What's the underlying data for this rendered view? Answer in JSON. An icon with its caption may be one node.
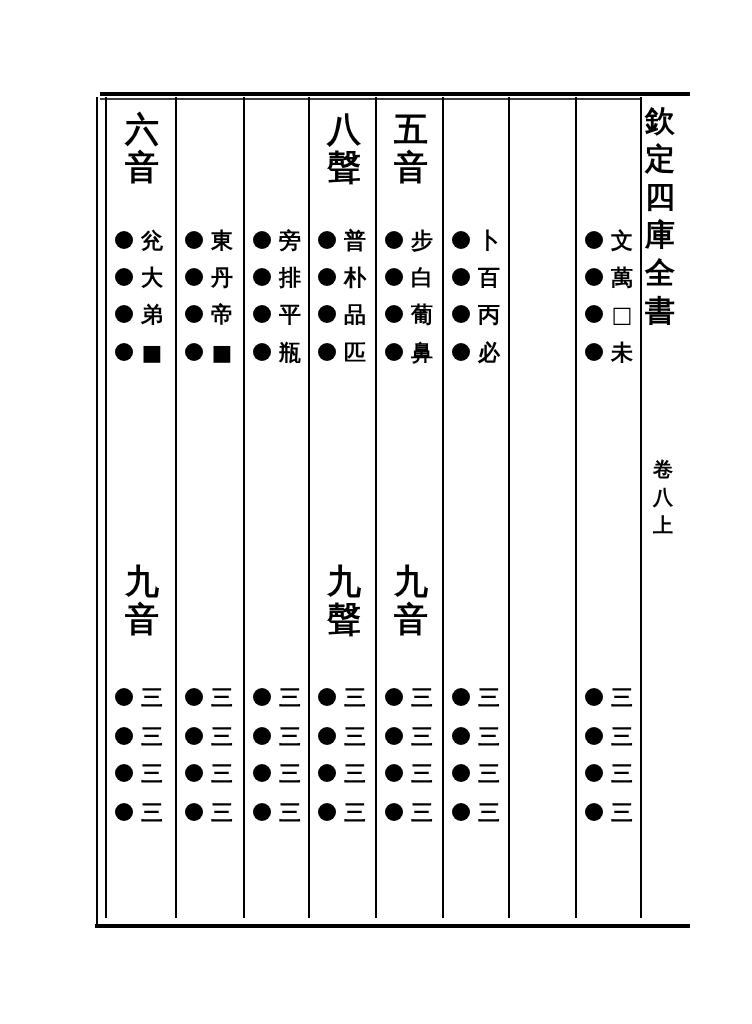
{
  "diagram": {
    "nodes": [
      {
        "text": [
          "文",
          "萬",
          "□",
          "未",
          "三",
          "三",
          "三",
          "三"
        ]
      },
      {
        "text": [],
        "shape": "bar"
      },
      {
        "text": [
          "卜",
          "百",
          "丙",
          "必",
          "三",
          "三",
          "三",
          "三"
        ]
      },
      {
        "text": [
          "五音",
          "步",
          "白",
          "葡",
          "鼻",
          "九音",
          "三",
          "三",
          "三",
          "三"
        ]
      },
      {
        "text": [
          "八聲",
          "普",
          "朴",
          "品",
          "匹",
          "九聲",
          "三",
          "三",
          "三",
          "三"
        ]
      },
      {
        "text": [
          "旁",
          "排",
          "平",
          "瓶",
          "三",
          "三",
          "三",
          "三"
        ]
      },
      {
        "text": [
          "東",
          "丹",
          "帝",
          "■",
          "三",
          "三",
          "三",
          "三"
        ]
      },
      {
        "text": [
          "六音",
          "兊",
          "大",
          "弟",
          "■",
          "九音",
          "三",
          "三",
          "三",
          "三"
        ]
      }
    ],
    "labels": [
      "欽定四庫全書",
      "卷八上"
    ]
  }
}
